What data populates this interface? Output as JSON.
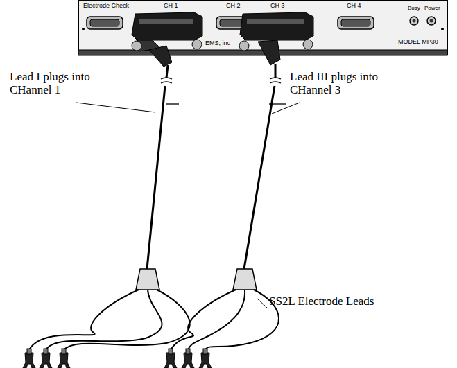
{
  "diagram": {
    "labels": [
      "Electrode Check",
      "CH 1",
      "CH 2",
      "CH 3",
      "CH 4",
      "Busy",
      "Power",
      "EMS, inc",
      "MODEL MP30",
      "Lead I plugs into CHannel 1",
      "Lead III plugs into CHannel 3",
      "SS2L Electrode Leads"
    ]
  }
}
